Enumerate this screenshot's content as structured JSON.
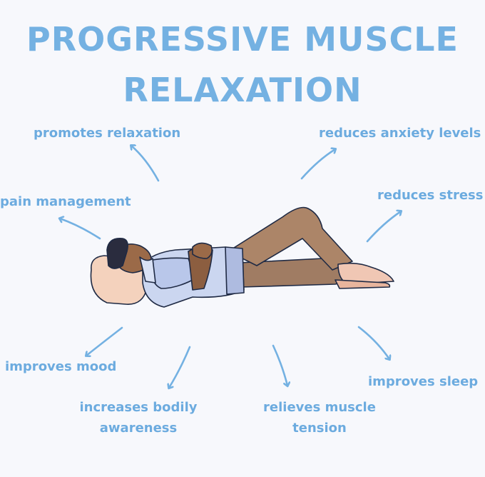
{
  "title": {
    "line1": "PROGRESSIVE MUSCLE",
    "line2": "RELAXATION"
  },
  "benefits": {
    "promotes_relaxation": "promotes relaxation",
    "reduces_anxiety": "reduces anxiety levels",
    "pain_management": "pain management",
    "reduces_stress": "reduces stress",
    "improves_mood": "improves mood",
    "improves_sleep": "improves sleep",
    "bodily_awareness_1": "increases bodily",
    "bodily_awareness_2": "awareness",
    "muscle_tension_1": "relieves muscle",
    "muscle_tension_2": "tension"
  },
  "colors": {
    "accent": "#74b1e2",
    "background": "#f7f8fc"
  }
}
